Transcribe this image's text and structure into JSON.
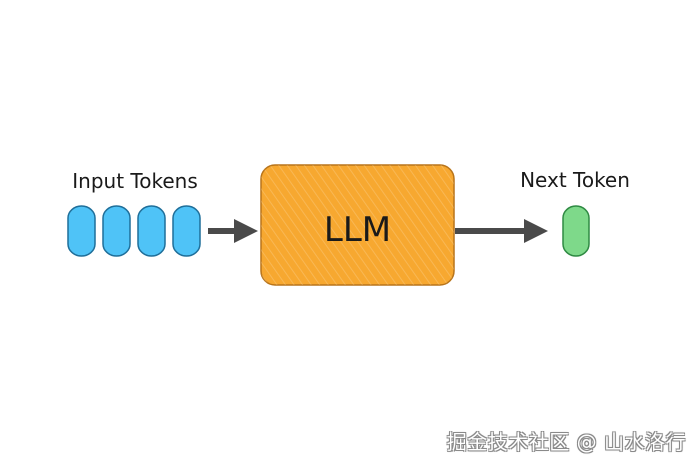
{
  "input": {
    "label": "Input Tokens",
    "token_count": 4,
    "color": "#4fc3f7",
    "border_color": "#1f6f9a"
  },
  "model": {
    "label": "LLM",
    "color": "#f7a830",
    "border_color": "#b8741a"
  },
  "output": {
    "label": "Next Token",
    "token_count": 1,
    "color": "#7ed98a",
    "border_color": "#2f8a43"
  },
  "arrow_color": "#4a4a4a",
  "watermark": "掘金技术社区 @ 山水洛行"
}
